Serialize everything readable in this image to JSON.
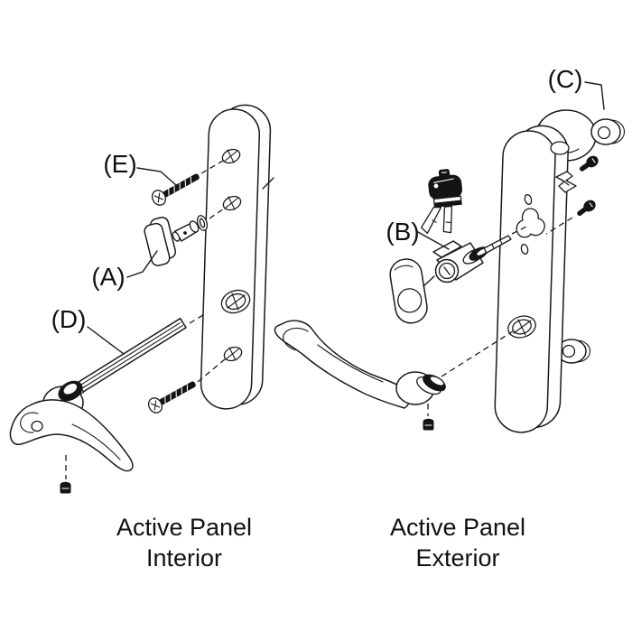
{
  "diagram": {
    "type": "exploded-parts-diagram",
    "colors": {
      "background": "#ffffff",
      "line": "#1a1a1a",
      "dark_fill": "#141414"
    },
    "labels": {
      "a": "(A)",
      "b": "(B)",
      "c": "(C)",
      "d": "(D)",
      "e": "(E)"
    },
    "captions": {
      "interior": {
        "line1": "Active Panel",
        "line2": "Interior"
      },
      "exterior": {
        "line1": "Active Panel",
        "line2": "Exterior"
      }
    }
  }
}
